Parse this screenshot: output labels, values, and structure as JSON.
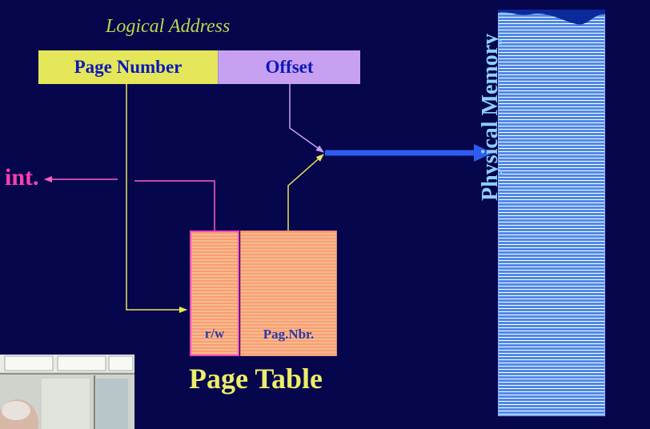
{
  "logical_address": {
    "title": "Logical Address",
    "page_number_label": "Page Number",
    "offset_label": "Offset"
  },
  "interrupt_label": "int.",
  "page_table": {
    "rw_label": "r/w",
    "page_number_label": "Pag.Nbr.",
    "title": "Page Table"
  },
  "physical_memory": {
    "label": "Physical Memory"
  },
  "colors": {
    "background": "#06064d",
    "page_number_box": "#e6e65a",
    "offset_box": "#c8a0f2",
    "arrow": "#2f5cf0",
    "interrupt": "#ff3fae"
  }
}
